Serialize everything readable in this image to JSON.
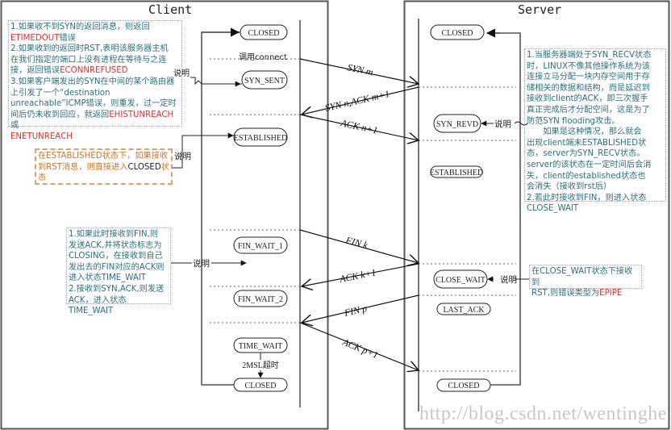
{
  "client": {
    "heading": "Client",
    "states": [
      "CLOSED",
      "SYN_SENT",
      "ESTABLISHED",
      "FIN_WAIT_1",
      "FIN_WAIT_2",
      "TIME_WAIT",
      "CLOSED"
    ],
    "connect_label": "调用connect",
    "timeout_label": "2MSL超时",
    "note_connect": {
      "lines": [
        [
          {
            "t": "1.如果收不到SYN的返回消息，则返回"
          }
        ],
        [
          {
            "t": "ETIMEDOUT",
            "red": true
          },
          {
            "t": "错误"
          }
        ],
        [
          {
            "t": "2.如果收到的返回时RST,表明该服务器主机"
          }
        ],
        [
          {
            "t": "在我们指定的端口上没有进程在等待与之连"
          }
        ],
        [
          {
            "t": "接，返回错误"
          },
          {
            "t": "ECONNREFUSED",
            "red": true
          }
        ],
        [
          {
            "t": "3.如果客户端发出的SYN在中间的某个路由器"
          }
        ],
        [
          {
            "t": "上引发了一个“destination"
          }
        ],
        [
          {
            "t": "unreachable”ICMP错误，则重发，过一定时"
          }
        ],
        [
          {
            "t": "间后仍未收到回应，就返回"
          },
          {
            "t": "EHISTUNREACH",
            "red": true
          },
          {
            "t": "或"
          }
        ],
        [
          {
            "t": "ENETUNREACH",
            "red": true
          }
        ]
      ],
      "callout": "说明"
    },
    "note_established": {
      "lines": [
        [
          {
            "t": "在ESTABLISHED状态下，如果接收"
          }
        ],
        [
          {
            "t": "到RST消息，则直接进入"
          },
          {
            "t": "CLOSED",
            "dark": true
          },
          {
            "t": "状"
          }
        ],
        [
          {
            "t": "态"
          }
        ]
      ],
      "callout": "说明"
    },
    "note_fin": {
      "lines": [
        [
          {
            "t": "1.如果此时接收到FIN,则"
          }
        ],
        [
          {
            "t": "发送ACK,并将状态标志为"
          }
        ],
        [
          {
            "t": "CLOSING，在接收到自己"
          }
        ],
        [
          {
            "t": "发出去的FIN对应的ACK则"
          }
        ],
        [
          {
            "t": "进入状态TIME_WAIT"
          }
        ],
        [
          {
            "t": "2.接收到SYN,ACK,则发送"
          }
        ],
        [
          {
            "t": "ACK，进入状态TIME_WAIT"
          }
        ]
      ],
      "callout": "说明"
    }
  },
  "server": {
    "heading": "Server",
    "states": [
      "CLOSED",
      "SYN_REVD",
      "ESTABLISHED",
      "CLOSE_WAIT",
      "LAST_ACK",
      "CLOSED"
    ],
    "note_syn_recv": {
      "lines": [
        [
          {
            "t": "1.当服务器端处于SYN_RECV状态"
          }
        ],
        [
          {
            "t": "时，LINUX不像其他操作系统为该"
          }
        ],
        [
          {
            "t": "连接立马分配一块内存空间用于存"
          }
        ],
        [
          {
            "t": "储相关的数据和结构，而是延迟到"
          }
        ],
        [
          {
            "t": "接收到client的ACK，即三次握手"
          }
        ],
        [
          {
            "t": "真正完成后才分配空间，这是为了"
          }
        ],
        [
          {
            "t": "防范SYN flooding攻击。"
          }
        ],
        [
          {
            "t": "　　如果是这种情况，那么就会"
          }
        ],
        [
          {
            "t": "出现client端未ESTABLISHED状"
          }
        ],
        [
          {
            "t": "态，server为SYN_RECV状态。"
          }
        ],
        [
          {
            "t": "server的该状态在一定时间后会消"
          }
        ],
        [
          {
            "t": "失，client的established状态也"
          }
        ],
        [
          {
            "t": "会消失（接收到rst后）"
          }
        ],
        [
          {
            "t": "2.若此时接收到FIN，则进入状态"
          }
        ],
        [
          {
            "t": "CLOSE_WAIT"
          }
        ]
      ],
      "callout": "说明"
    },
    "note_close_wait": {
      "lines": [
        [
          {
            "t": "在CLOSE_WAIT状态下接收到"
          }
        ],
        [
          {
            "t": "RST,则错误类型为"
          },
          {
            "t": "EPIPE",
            "red": true
          }
        ]
      ],
      "callout": "说明"
    }
  },
  "messages": [
    {
      "label": "SYN m",
      "direction": "client-to-server"
    },
    {
      "label": "SYN n,ACK m+1",
      "direction": "server-to-client"
    },
    {
      "label": "ACK n+1",
      "direction": "client-to-server"
    },
    {
      "label": "FIN k",
      "direction": "client-to-server"
    },
    {
      "label": "ACK k+1",
      "direction": "server-to-client"
    },
    {
      "label": "FIN p",
      "direction": "server-to-client"
    },
    {
      "label": "ACK p+1",
      "direction": "client-to-server"
    }
  ],
  "watermark": "http://blog.csdn.net/wentinghe",
  "colors": {
    "note_text": "#2f6f7a",
    "error_text": "#e03030",
    "orange_note": "#c8752a"
  }
}
